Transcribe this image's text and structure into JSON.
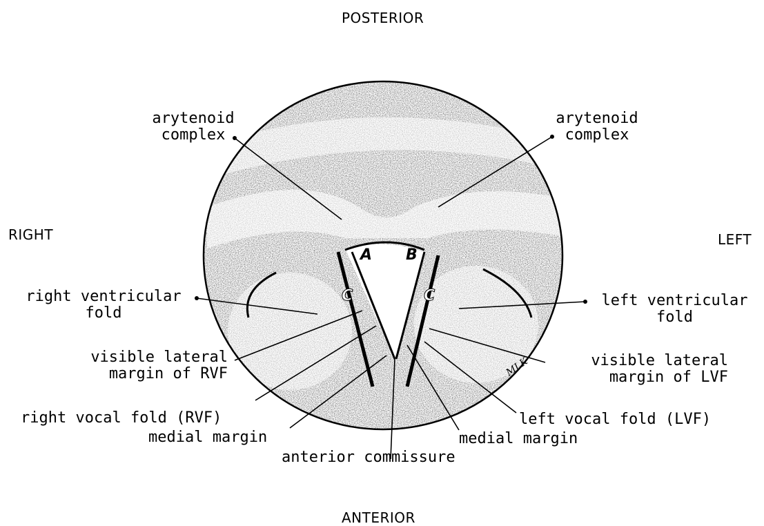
{
  "orientation": {
    "top": "POSTERIOR",
    "bottom": "ANTERIOR",
    "left": "RIGHT",
    "right": "LEFT"
  },
  "labels": {
    "arytenoid_right": "arytenoid\ncomplex",
    "arytenoid_left": "arytenoid\ncomplex",
    "right_ventricular": "right ventricular\nfold",
    "left_ventricular": "left ventricular\nfold",
    "visible_lateral_rvf": "visible lateral\nmargin of RVF",
    "visible_lateral_lvf": "visible lateral\nmargin of LVF",
    "right_vocal_fold": "right vocal fold (RVF)",
    "left_vocal_fold": "left vocal fold (LVF)",
    "medial_margin_right": "medial margin",
    "medial_margin_left": "medial margin",
    "anterior_commissure": "anterior commissure"
  },
  "markers": {
    "a": "A",
    "b": "B",
    "c_right": "C",
    "c_left": "C",
    "signature": "MLK"
  }
}
